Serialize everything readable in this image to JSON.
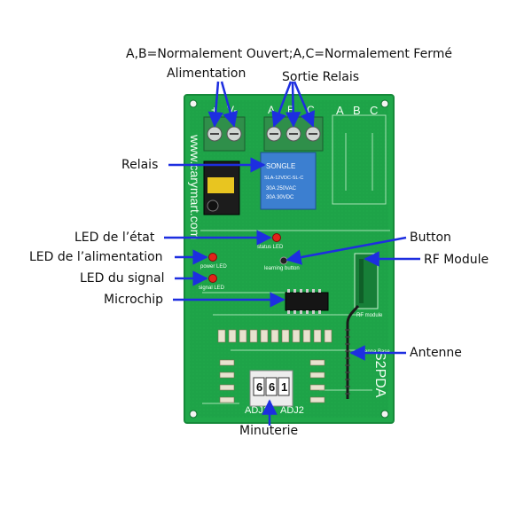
{
  "header": {
    "contacts_note": "A,B=Normalement Ouvert;A,C=Normalement Fermé"
  },
  "callouts": {
    "alimentation": "Alimentation",
    "sortie_relais": "Sortie Relais",
    "relais": "Relais",
    "led_etat": "LED  de l’état",
    "led_alimentation": "LED de l’alimentation",
    "led_signal": "LED du signal",
    "microchip": "Microchip",
    "button": "Button",
    "rf_module": "RF Module",
    "antenne": "Antenne",
    "minuterie": "Minuterie"
  },
  "board": {
    "url_text": "www.carymart.com",
    "model": "S2PDA",
    "terminal_labels": [
      "A",
      "B",
      "C"
    ],
    "power_terminal_labels": [
      "+",
      "V-"
    ],
    "relay_text": [
      "SONGLE",
      "SLA-12VDC-SL-C",
      "30A 250VAC",
      "30A 30VDC"
    ],
    "silkscreen": {
      "status_led": "status LED",
      "power_led": "power LED",
      "signal_led": "signal LED",
      "learning_button": "learning button",
      "rf_module": "RF module",
      "antenna_base": "Antenna Base",
      "adj_left": "ADJ1",
      "adj_right": "ADJ2",
      "dip_digits": [
        "6",
        "6",
        "1"
      ]
    }
  },
  "colors": {
    "board": "#20a84a",
    "callout_arrow": "#1d2ee0",
    "relay": "#3c7fd0",
    "terminal": "#2f8f4a"
  }
}
